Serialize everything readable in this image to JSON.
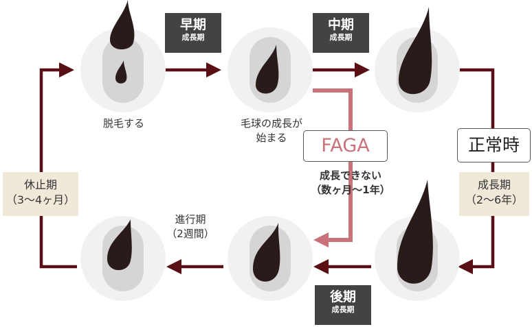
{
  "colors": {
    "arrow": "#5a0f14",
    "faga": "#c9727a",
    "hair": "#2a1b1b",
    "circle": "#f1f1f1",
    "follicle": "#d5d5d5"
  },
  "stages": {
    "early": {
      "title": "早期",
      "sub": "成長期"
    },
    "middle": {
      "title": "中期",
      "sub": "成長期"
    },
    "late": {
      "title": "後期",
      "sub": "成長期"
    }
  },
  "normal": {
    "label": "正常時",
    "sub_line1": "成長期",
    "sub_line2": "（2〜6年）"
  },
  "rest": {
    "line1": "休止期",
    "line2": "（3〜4ヶ月）"
  },
  "faga": {
    "label": "FAGA",
    "line1": "成長できない",
    "line2": "（数ヶ月〜1年）"
  },
  "labels": {
    "shedding": "脱毛する",
    "bulb_line1": "毛球の成長が",
    "bulb_line2": "始まる",
    "progress_line1": "進行期",
    "progress_line2": "（2週間）"
  }
}
